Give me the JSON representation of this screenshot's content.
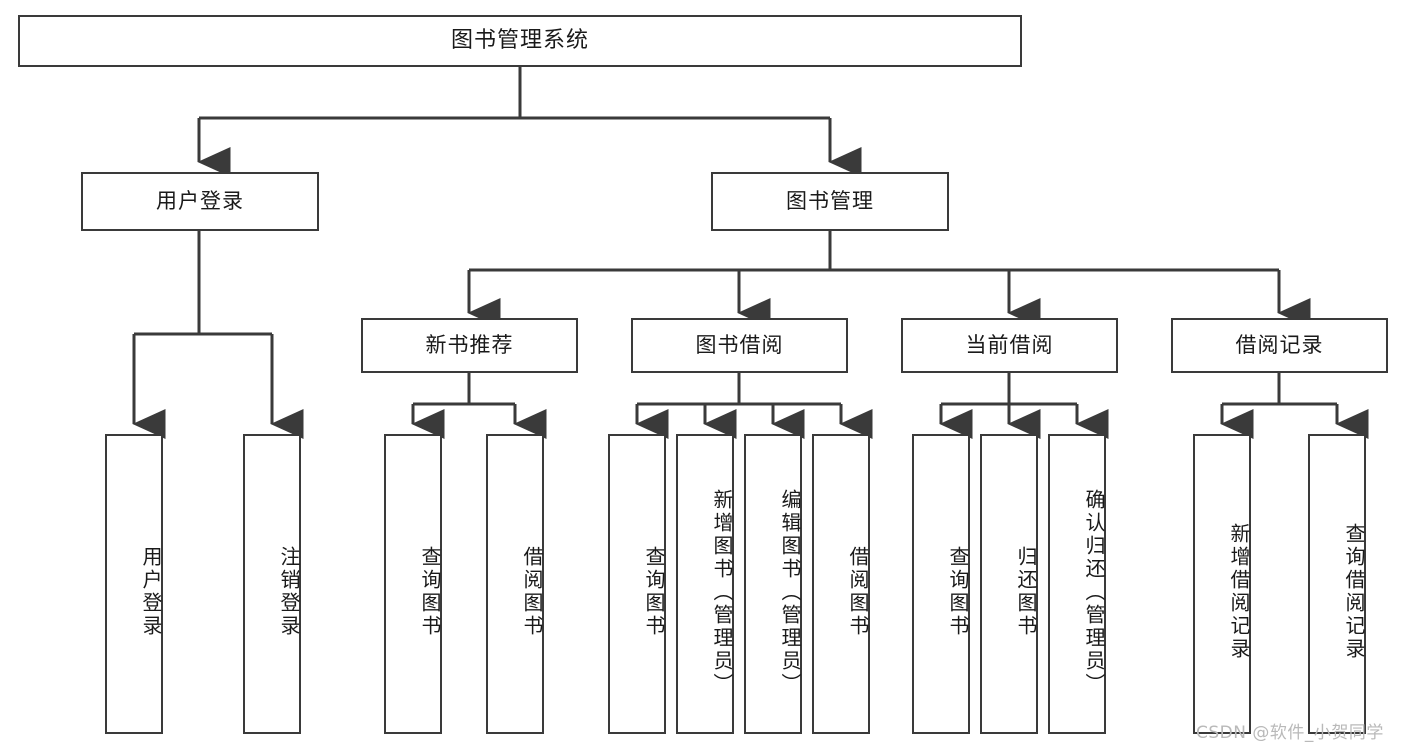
{
  "diagram": {
    "title": "图书管理系统",
    "type": "tree-hierarchy",
    "background": "#ffffff",
    "stroke": "#3a3a3a",
    "text_color": "#1a1a1a"
  },
  "root": {
    "label": "图书管理系统"
  },
  "level2": [
    {
      "label": "用户登录"
    },
    {
      "label": "图书管理"
    }
  ],
  "level3": [
    {
      "label": "新书推荐"
    },
    {
      "label": "图书借阅"
    },
    {
      "label": "当前借阅"
    },
    {
      "label": "借阅记录"
    }
  ],
  "leaves": {
    "user_login": [
      {
        "label": "用户登录"
      },
      {
        "label": "注销登录"
      }
    ],
    "new_book": [
      {
        "label": "查询图书"
      },
      {
        "label": "借阅图书"
      }
    ],
    "borrow_book": [
      {
        "label": "查询图书"
      },
      {
        "label": "新增图书（管理员）"
      },
      {
        "label": "编辑图书（管理员）"
      },
      {
        "label": "借阅图书"
      }
    ],
    "current_borrow": [
      {
        "label": "查询图书"
      },
      {
        "label": "归还图书"
      },
      {
        "label": "确认归还（管理员）"
      }
    ],
    "borrow_record": [
      {
        "label": "新增借阅记录"
      },
      {
        "label": "查询借阅记录"
      }
    ]
  },
  "watermark": {
    "text": "CSDN @软件_小贺同学"
  }
}
